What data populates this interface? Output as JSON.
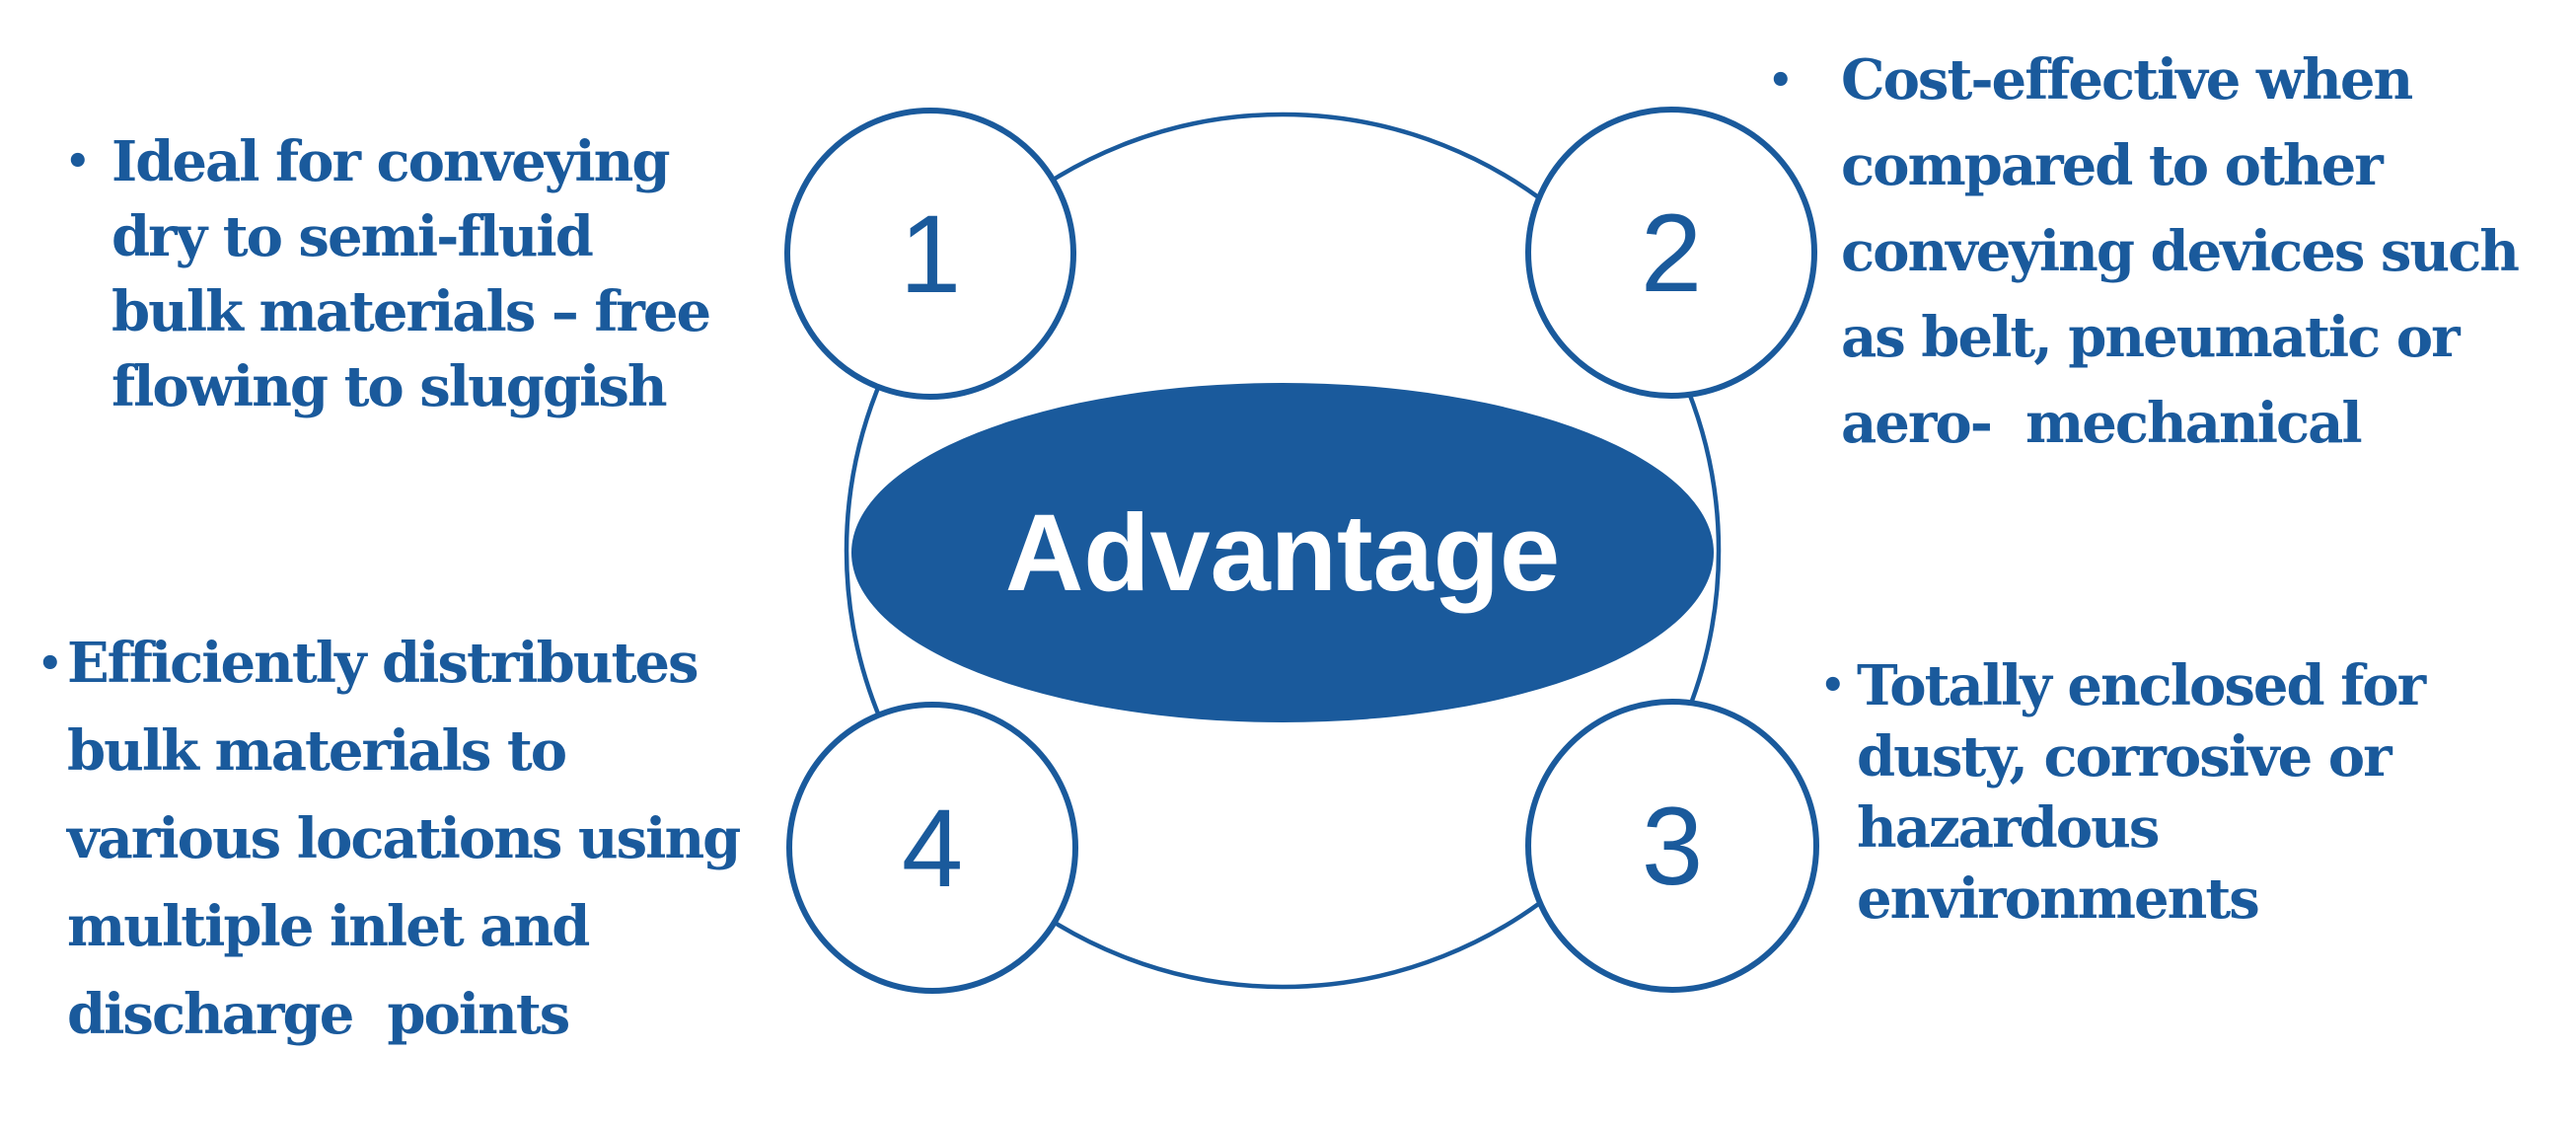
{
  "slide": {
    "background": "#FFFFFF",
    "description": "Advantage diagram with four numbered circles"
  },
  "colors": {
    "accent_blue": "#1A5A9C",
    "center_label_text": "#FFFFFF",
    "node_fill": "#FFFFFF"
  },
  "diagram": {
    "center_label": "Advantage",
    "nodes": [
      {
        "number": "1"
      },
      {
        "number": "2"
      },
      {
        "number": "3"
      },
      {
        "number": "4"
      }
    ]
  },
  "bullets": {
    "bullet_char": "•",
    "top_left": {
      "lines": [
        "Ideal for conveying",
        "dry to semi-fluid",
        "bulk materials – free",
        "flowing to sluggish"
      ]
    },
    "top_right": {
      "lines": [
        "Cost-effective when",
        "compared to other",
        "conveying devices such",
        "as belt, pneumatic or",
        "aero-  mechanical"
      ]
    },
    "bottom_left": {
      "lines": [
        "Efficiently distributes",
        "bulk materials to",
        "various locations using",
        "multiple inlet and",
        "discharge  points"
      ]
    },
    "bottom_right": {
      "lines": [
        "Totally enclosed for",
        "dusty, corrosive or",
        "hazardous",
        "environments"
      ]
    }
  }
}
